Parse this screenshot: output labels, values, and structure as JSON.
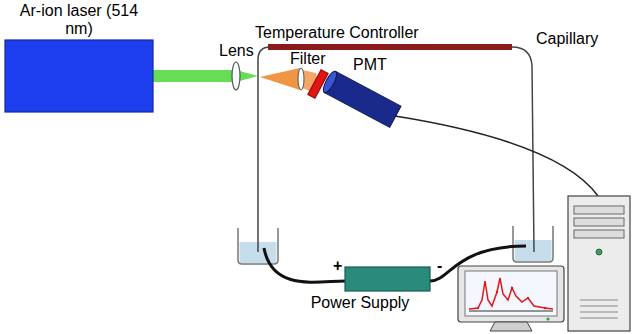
{
  "diagram": {
    "nodes": [
      {
        "text": [
          "Ar-ion laser (514 nm)"
        ]
      },
      {
        "text": [
          "Lens"
        ]
      },
      {
        "text": [
          "Temperature Controller"
        ]
      },
      {
        "text": [
          "Filter"
        ]
      },
      {
        "text": [
          "PMT"
        ]
      },
      {
        "text": [
          "Power Supply"
        ]
      }
    ],
    "edges": [
      {
        "from": 0,
        "to": 1,
        "arrow": "none"
      }
    ],
    "labels": [
      "Capillary",
      "+",
      "-"
    ]
  }
}
